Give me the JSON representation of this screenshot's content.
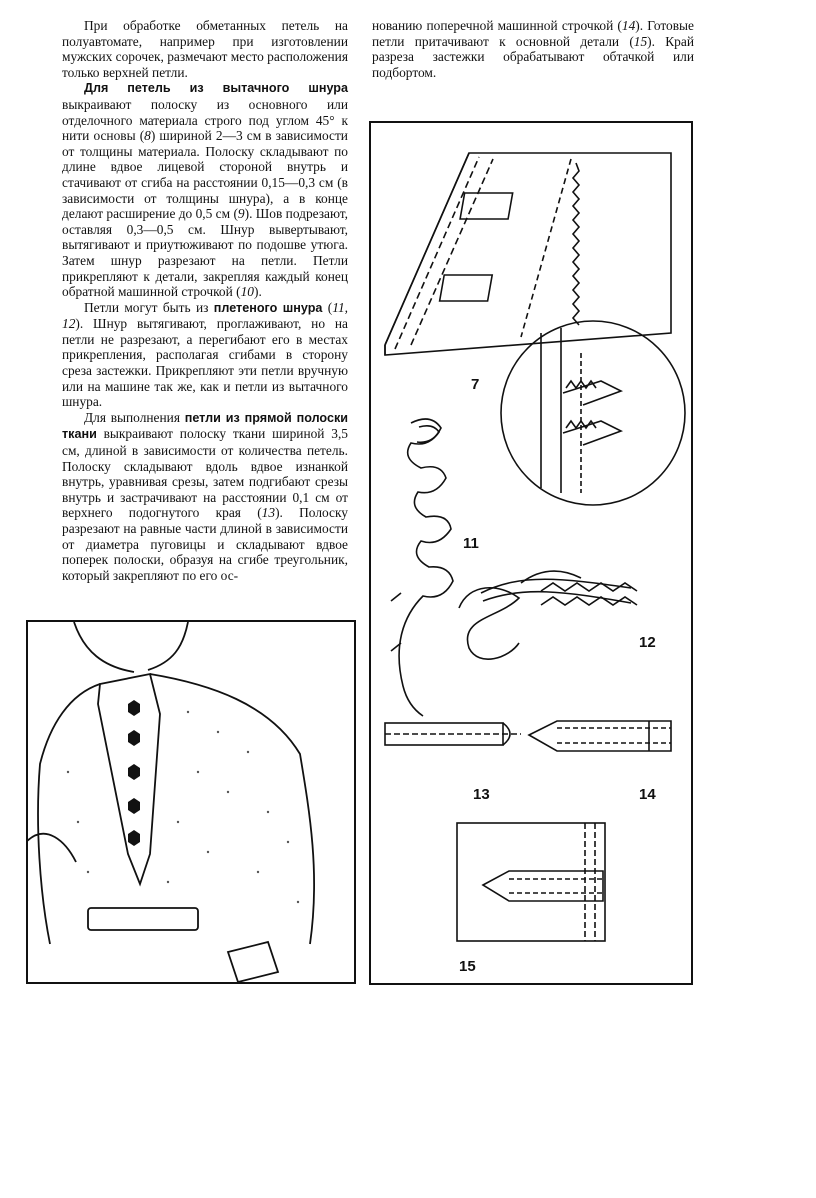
{
  "left_column": {
    "p1": "При обработке обметанных петель на полуавтомате, например при изготовлении мужских сорочек, размечают место расположения только верхней петли.",
    "p2_bold": "Для петель из вытачного шнура",
    "p2": " выкраивают полоску из основного или отделочного материала строго под углом 45° к нити основы (",
    "p2_ref1": "8",
    "p2b": ") шириной 2—3 см в зависимости от толщины материала. Полоску складывают по длине вдвое лицевой стороной внутрь и стачивают от сгиба на расстоянии 0,15—0,3 см (в зависимости от толщины шнура), а в конце делают расширение до 0,5 см (",
    "p2_ref2": "9",
    "p2c": "). Шов подрезают, оставляя 0,3—0,5 см. Шнур вывертывают, вытягивают и приутюживают по подошве утюга. Затем шнур разрезают на петли. Петли прикрепляют к детали, закрепляя каждый конец обратной машинной строчкой (",
    "p2_ref3": "10",
    "p2d": ").",
    "p3a": "Петли могут быть из ",
    "p3_bold": "плетеного шнура",
    "p3b": " (",
    "p3_ref": "11, 12",
    "p3c": "). Шнур вытягивают, проглаживают, но на петли не разрезают, а перегибают его в местах прикрепления, располагая сгибами в сторону среза застежки. Прикрепляют эти петли вручную или на машине так же, как и петли из вытачного шнура.",
    "p4a": "Для выполнения ",
    "p4_bold": "петли из прямой полоски ткани",
    "p4b": " выкраивают полоску ткани шириной 3,5 см, длиной в зависимости от количества петель. Полоску складывают вдоль вдвое изнанкой внутрь, уравнивая срезы, затем подгибают срезы внутрь и застрачивают на расстоянии 0,1 см от верхнего подогнутого края (",
    "p4_ref": "13",
    "p4c": "). Полоску разрезают на равные части длиной в зависимости от диаметра пуговицы и складывают вдвое поперек полоски, образуя на сгибе треугольник, который закрепляют по его ос-"
  },
  "right_column": {
    "p1a": "нованию поперечной машинной строчкой (",
    "p1_ref1": "14",
    "p1b": "). Готовые петли притачивают к основной детали (",
    "p1_ref2": "15",
    "p1c": "). Край разреза застежки обрабатывают обтачкой или подбортом."
  },
  "figures": {
    "fig7": "7",
    "fig11": "11",
    "fig12": "12",
    "fig13": "13",
    "fig14": "14",
    "fig15": "15"
  }
}
